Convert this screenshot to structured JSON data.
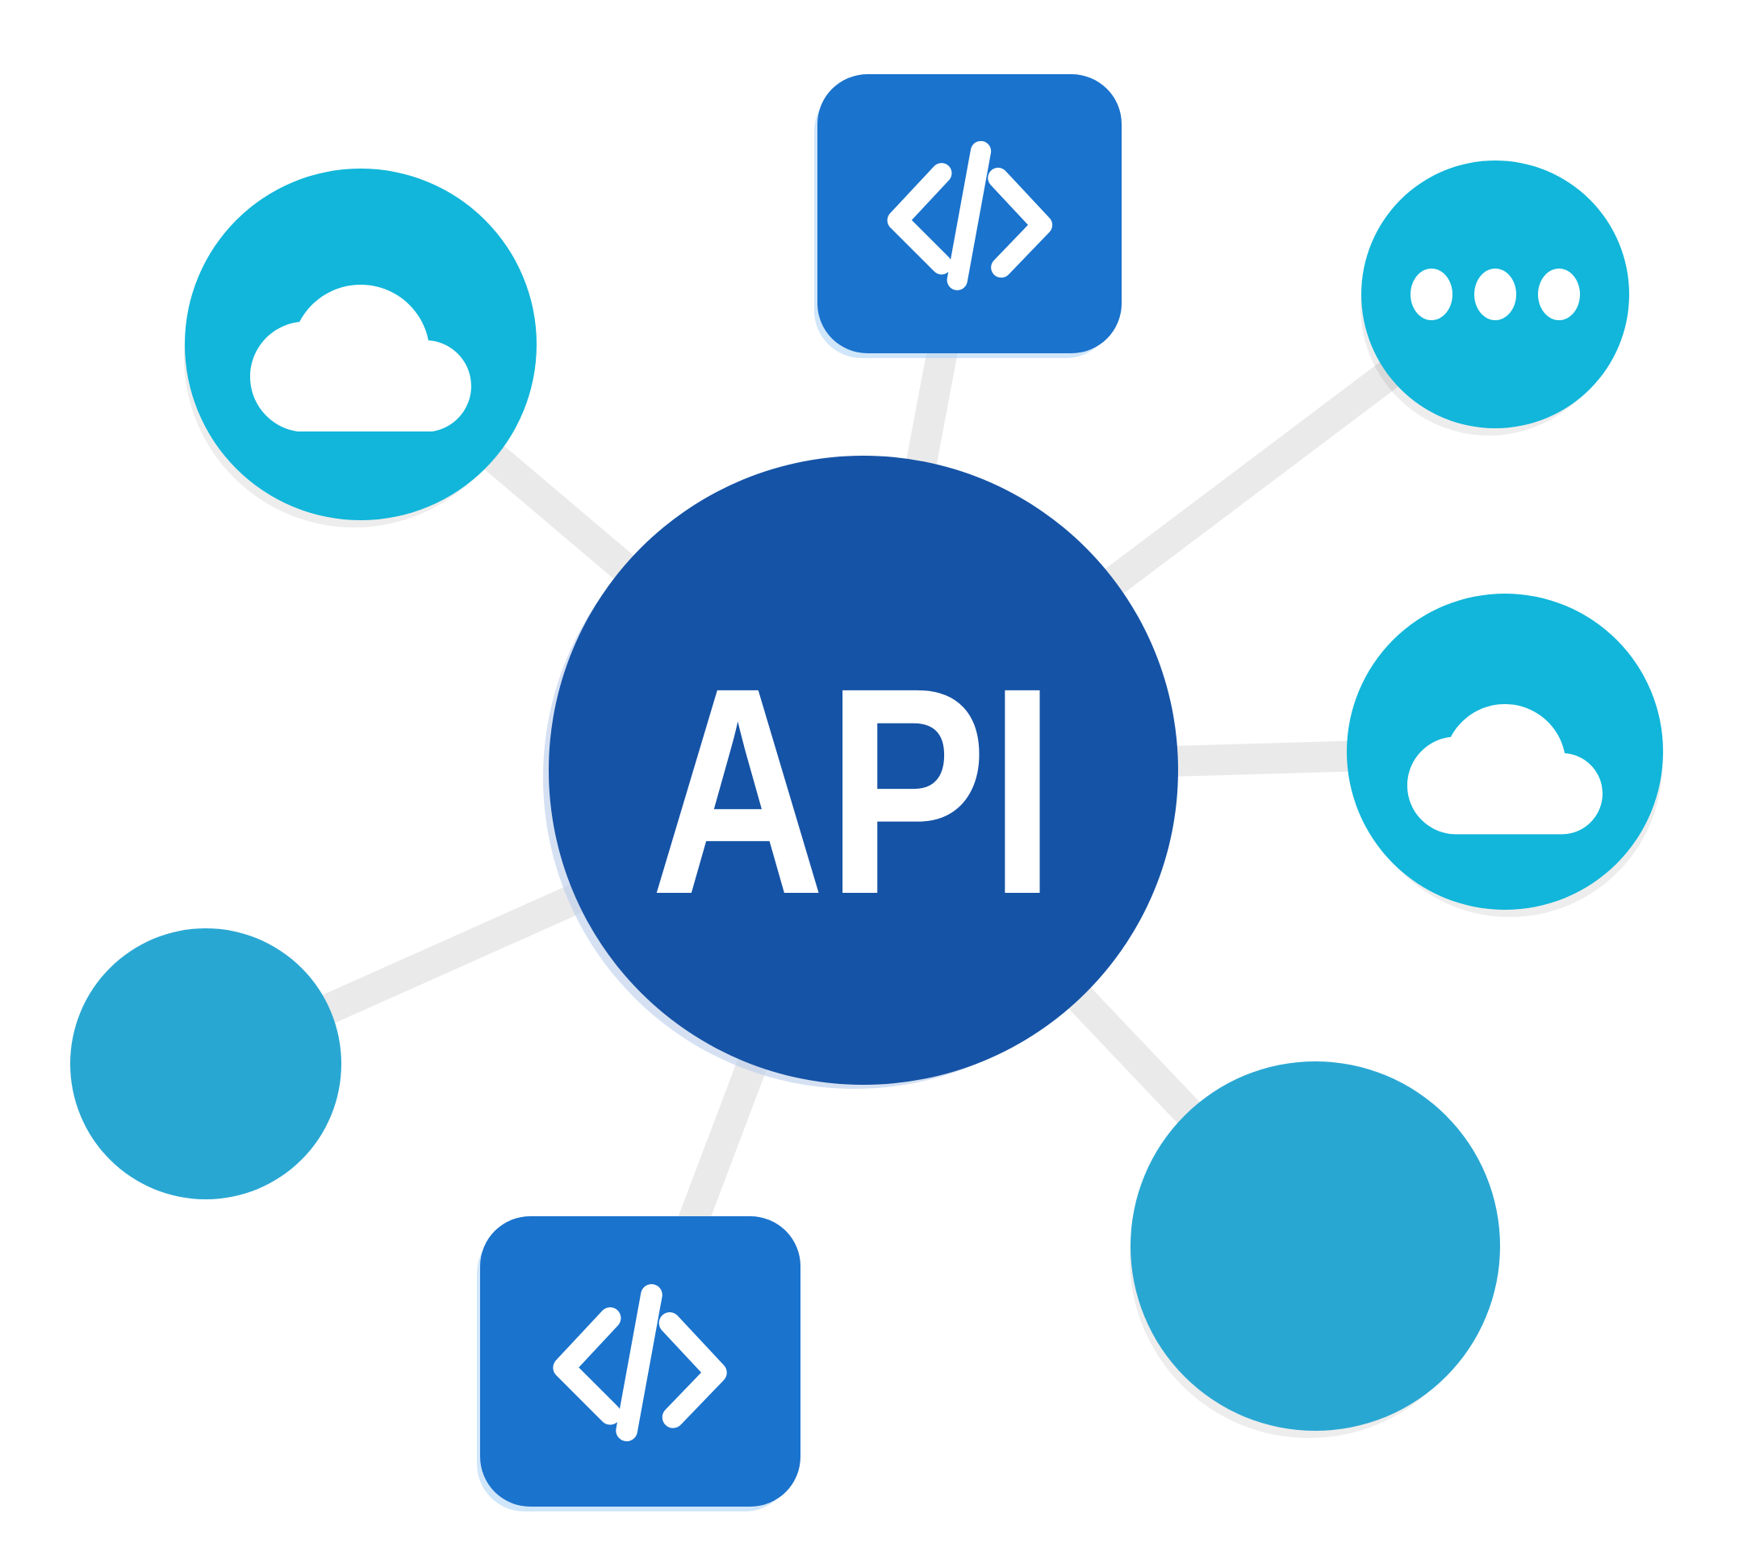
{
  "hub": {
    "label": "API"
  },
  "nodes": [
    {
      "id": "cloud-top-left",
      "shape": "circle",
      "icon": "cloud-icon"
    },
    {
      "id": "code-top",
      "shape": "rounded-square",
      "icon": "code-icon"
    },
    {
      "id": "more-top-right",
      "shape": "circle",
      "icon": "ellipsis-icon"
    },
    {
      "id": "cloud-right",
      "shape": "circle",
      "icon": "cloud-icon"
    },
    {
      "id": "plain-left",
      "shape": "circle",
      "icon": ""
    },
    {
      "id": "code-bottom",
      "shape": "rounded-square",
      "icon": "code-icon"
    },
    {
      "id": "plain-bottom-right",
      "shape": "circle",
      "icon": ""
    }
  ],
  "colors": {
    "hub_blue": "#1553a6",
    "code_blue": "#1a73cd",
    "cyan_bright": "#11b6da",
    "cyan_muted": "#29a7d3",
    "connector_gray": "#eaeaea",
    "background": "#ffffff"
  }
}
